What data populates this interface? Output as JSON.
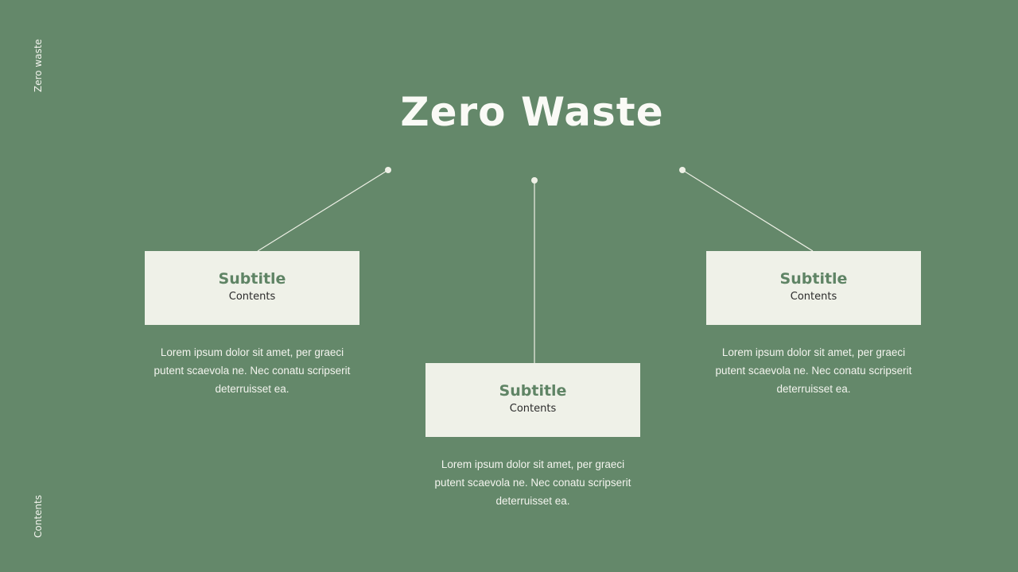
{
  "slide": {
    "side_top_label": "Zero waste",
    "side_bottom_label": "Contents",
    "title": "Zero Waste",
    "colors": {
      "background": "#64886a",
      "box": "#eff1e8",
      "subtitle": "#5f8465",
      "line": "#eef0e6"
    },
    "cards": [
      {
        "subtitle": "Subtitle",
        "contents": "Contents",
        "description": "Lorem ipsum dolor sit amet, per graeci putent scaevola ne. Nec conatu scripserit deterruisset ea."
      },
      {
        "subtitle": "Subtitle",
        "contents": "Contents",
        "description": "Lorem ipsum dolor sit amet, per graeci putent scaevola ne. Nec conatu scripserit deterruisset ea."
      },
      {
        "subtitle": "Subtitle",
        "contents": "Contents",
        "description": "Lorem ipsum dolor sit amet, per graeci putent scaevola ne. Nec conatu scripserit deterruisset ea."
      }
    ]
  }
}
